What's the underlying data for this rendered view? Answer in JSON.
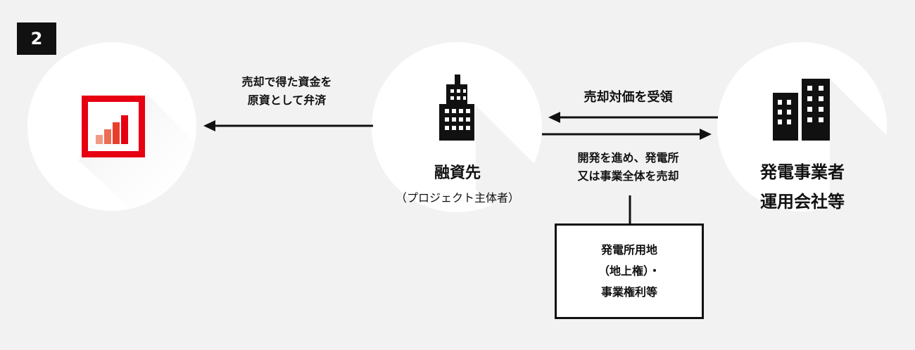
{
  "step": {
    "number": "2"
  },
  "left_flow": {
    "line1": "売却で得た資金を",
    "line2": "原資として弁済"
  },
  "middle": {
    "title": "融資先",
    "subtitle": "（プロジェクト主体者）"
  },
  "top_flow": {
    "label": "売却対価を受領"
  },
  "bottom_flow": {
    "line1": "開発を進め、発電所",
    "line2": "又は事業全体を売却"
  },
  "right": {
    "line1": "発電事業者",
    "line2": "運用会社等"
  },
  "assets": {
    "line1": "発電所用地",
    "line2": "（地上権）・",
    "line3": "事業権利等"
  },
  "colors": {
    "accent": "#e60012",
    "dark": "#111111",
    "background": "#f2f2f2"
  },
  "icons": [
    "bank-logo-icon",
    "building-icon",
    "buildings-icon"
  ]
}
